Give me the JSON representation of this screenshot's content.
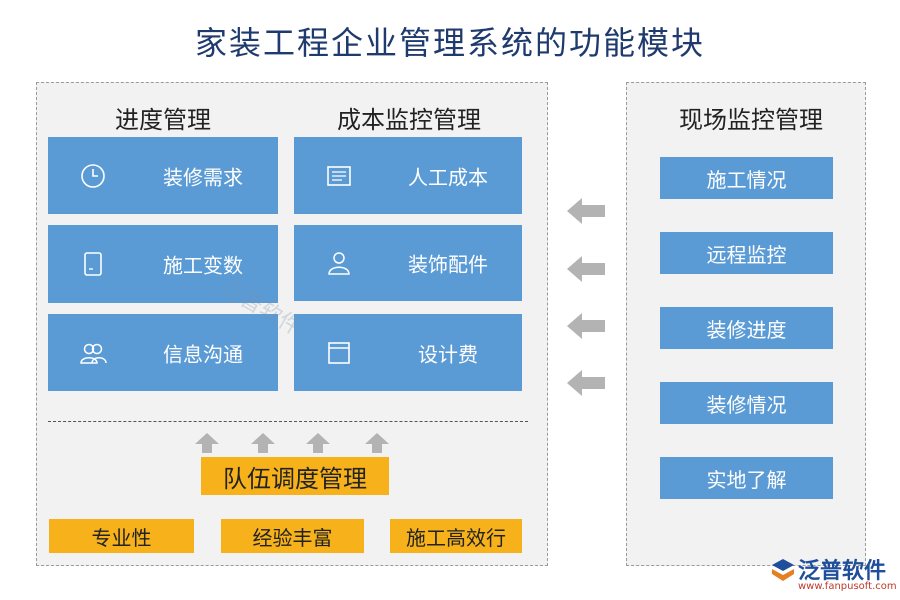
{
  "title": "家装工程企业管理系统的功能模块",
  "progress": {
    "heading": "进度管理",
    "items": [
      {
        "label": "装修需求",
        "icon": "clock-icon"
      },
      {
        "label": "施工变数",
        "icon": "document-icon"
      },
      {
        "label": "信息沟通",
        "icon": "users-icon"
      }
    ]
  },
  "cost": {
    "heading": "成本监控管理",
    "items": [
      {
        "label": "人工成本",
        "icon": "ledger-icon"
      },
      {
        "label": "装饰配件",
        "icon": "user-icon"
      },
      {
        "label": "设计费",
        "icon": "window-icon"
      }
    ]
  },
  "team": {
    "heading": "队伍调度管理",
    "items": [
      "专业性",
      "经验丰富",
      "施工高效行"
    ]
  },
  "site": {
    "heading": "现场监控管理",
    "items": [
      "施工情况",
      "远程监控",
      "装修进度",
      "装修情况",
      "实地了解"
    ]
  },
  "watermark": "泛普软件",
  "logo": {
    "brand": "泛普软件",
    "url": "www.fanpusoft.com"
  },
  "colors": {
    "card_blue": "#5b9bd5",
    "orange": "#f7b21b",
    "title": "#1f3a6e",
    "arrow_gray": "#b3b3b3"
  }
}
